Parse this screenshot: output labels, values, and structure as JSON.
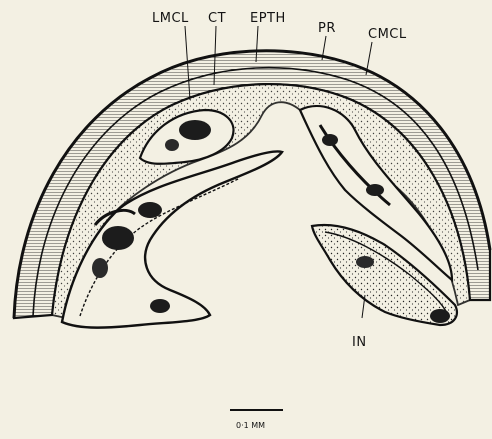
{
  "figure": {
    "labels": {
      "lmcl": "LMCL",
      "ct": "CT",
      "epth": "EPTH",
      "pr": "PR",
      "cmcl": "CMCL",
      "in": "IN"
    },
    "scale_bar": {
      "label": "0·1 MM"
    }
  }
}
